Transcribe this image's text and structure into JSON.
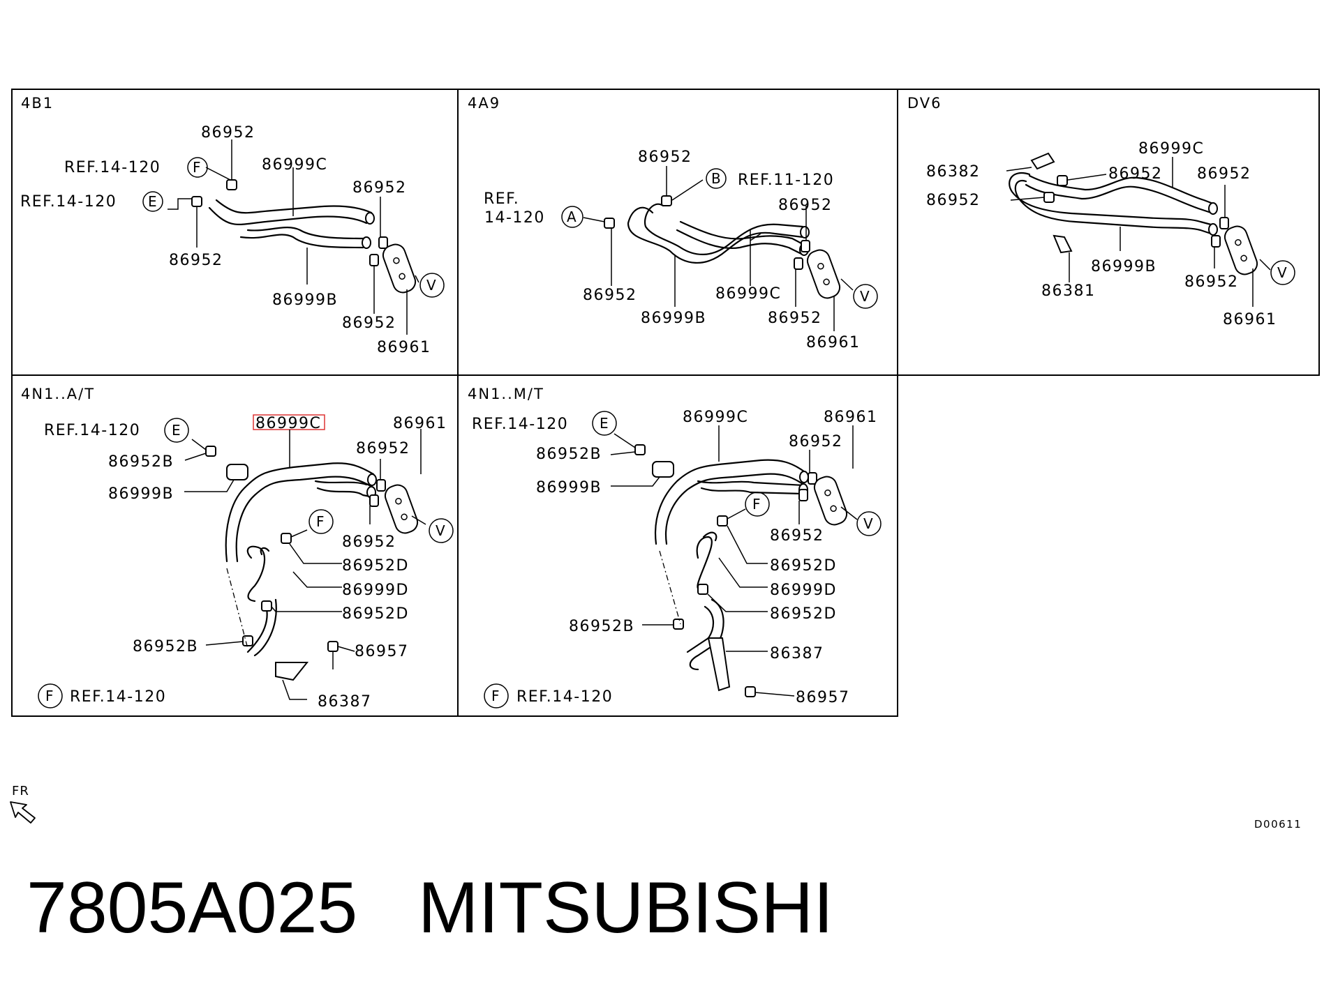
{
  "panels": [
    {
      "title": "4B1",
      "labels": [
        "86952",
        "REF.14-120",
        "REF.14-120",
        "86999C",
        "86952",
        "86952",
        "86999B",
        "86952",
        "86961"
      ],
      "refs": [
        "F",
        "E",
        "V"
      ]
    },
    {
      "title": "4A9",
      "labels": [
        "86952",
        "REF.11-120",
        "REF.",
        "14-120",
        "86952",
        "86952",
        "86999B",
        "86999C",
        "86952",
        "86961"
      ],
      "refs": [
        "B",
        "A",
        "V"
      ]
    },
    {
      "title": "DV6",
      "labels": [
        "86382",
        "86999C",
        "86952",
        "86952",
        "86952",
        "86381",
        "86999B",
        "86952",
        "86961"
      ],
      "refs": [
        "V"
      ]
    },
    {
      "title": "4N1..A/T",
      "labels": [
        "REF.14-120",
        "86999C",
        "86961",
        "86952B",
        "86952",
        "86999B",
        "86952",
        "86952D",
        "86999D",
        "86952D",
        "86952B",
        "86957",
        "REF.14-120",
        "86387"
      ],
      "refs": [
        "E",
        "F",
        "V",
        "F"
      ]
    },
    {
      "title": "4N1..M/T",
      "labels": [
        "REF.14-120",
        "86999C",
        "86961",
        "86952B",
        "86952",
        "86999B",
        "86952",
        "86952D",
        "86999D",
        "86952D",
        "86952B",
        "86387",
        "REF.14-120",
        "86957"
      ],
      "refs": [
        "E",
        "F",
        "V",
        "F"
      ]
    }
  ],
  "fr_label": "FR",
  "drawing_code": "D00611",
  "caption": "7805A025   MITSUBISHI"
}
